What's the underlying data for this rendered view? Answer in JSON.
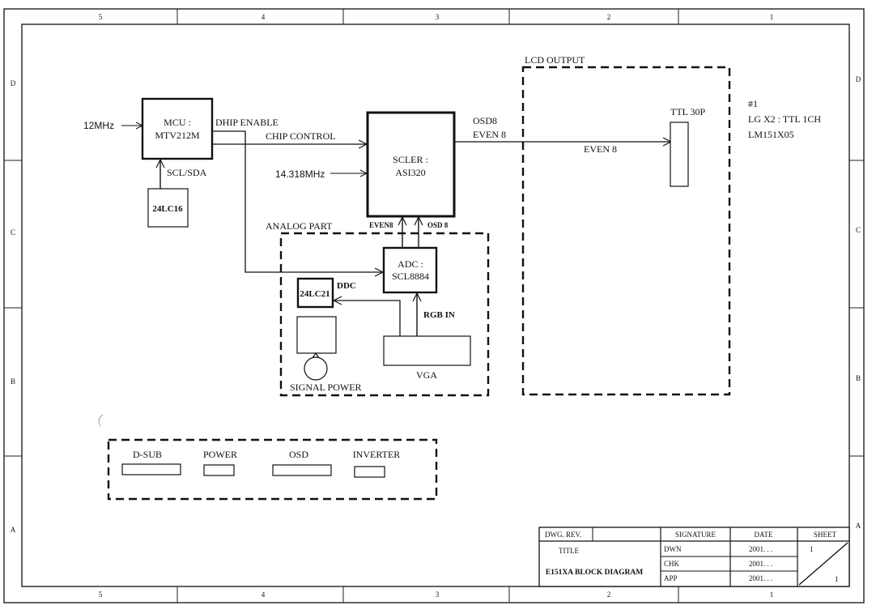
{
  "frame": {
    "columns": [
      "5",
      "4",
      "3",
      "2",
      "1"
    ],
    "rows": [
      "D",
      "C",
      "B",
      "A"
    ]
  },
  "blocks": {
    "mcu": {
      "line1": "MCU :",
      "line2": "MTV212M"
    },
    "eeprom_mcu": {
      "label": "24LC16"
    },
    "scaler": {
      "line1": "SCLER :",
      "line2": "ASI320"
    },
    "adc": {
      "line1": "ADC :",
      "line2": "SCL8884"
    },
    "eeprom_ddc": {
      "label": "24LC21"
    },
    "vga": {
      "label": "VGA"
    },
    "ttl": {
      "label": "TTL 30P"
    }
  },
  "signals": {
    "mcu_clock": "12MHz",
    "scaler_clock": "14.318MHz",
    "chip_enable": "DHIP ENABLE",
    "chip_control": "CHIP CONTROL",
    "scl_sda": "SCL/SDA",
    "scaler_out_osd": "OSD8",
    "scaler_out_even": "EVEN 8",
    "lcd_even": "EVEN 8",
    "adc_even": "EVEN8",
    "adc_osd": "OSD 8",
    "ddc": "DDC",
    "rgb_in": "RGB IN",
    "signal_power": "SIGNAL POWER"
  },
  "groups": {
    "analog_part": "ANALOG PART",
    "lcd_output": "LCD OUTPUT"
  },
  "notes": [
    "#1",
    "LG X2 : TTL 1CH",
    "LM151X05"
  ],
  "connectors": [
    "D-SUB",
    "POWER",
    "OSD",
    "INVERTER"
  ],
  "title_block": {
    "dwg_rev_label": "DWG. REV.",
    "dwg_rev_value": "",
    "signature_label": "SIGNATURE",
    "date_label": "DATE",
    "sheet_label": "SHEET",
    "title_label": "TITLE",
    "title_value": "E151XA BLOCK DIAGRAM",
    "rows": [
      {
        "role": "DWN",
        "date": "2001.  .  ."
      },
      {
        "role": "CHK",
        "date": "2001.  .  ."
      },
      {
        "role": "APP",
        "date": "2001.  .  ."
      }
    ],
    "sheet_number": "1",
    "sheet_total": "1"
  }
}
